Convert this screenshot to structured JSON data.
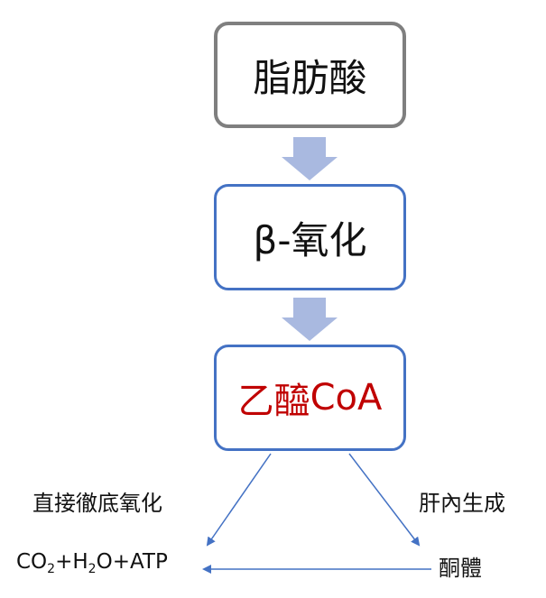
{
  "boxes": {
    "fatty_acid": "脂肪酸",
    "beta_oxidation": "β-氧化",
    "acetyl_coa": {
      "part1": "乙醯",
      "part2": "CoA"
    }
  },
  "labels": {
    "complete_oxidation": "直接徹底氧化",
    "liver_generation": "肝內生成",
    "ketone_bodies": "酮體",
    "products": {
      "co": "CO",
      "co_sub": "2",
      "plus1": "+H",
      "h_sub": "2",
      "rest": "O+ATP"
    }
  },
  "colors": {
    "gray_border": "#7f7f7f",
    "blue_border": "#4472c4",
    "block_arrow": "#a9b9e0",
    "line_arrow": "#4472c4",
    "acetyl_coa_text": "#c00000"
  }
}
